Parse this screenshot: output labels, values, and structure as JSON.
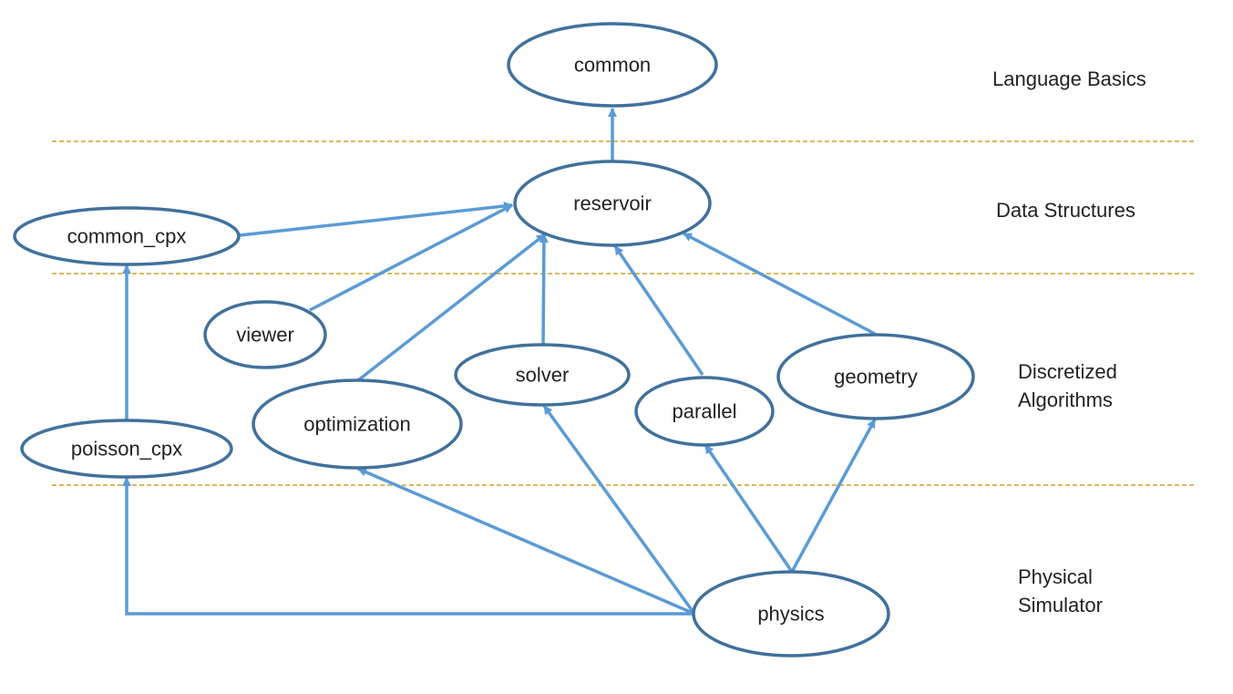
{
  "colors": {
    "node_stroke": "#41719c",
    "edge": "#5b9bd5",
    "divider": "#c9a227",
    "text": "#222222"
  },
  "layers": {
    "language_basics": "Language Basics",
    "data_structures": "Data Structures",
    "discretized_line1": "Discretized",
    "discretized_line2": "Algorithms",
    "physical_line1": "Physical",
    "physical_line2": "Simulator"
  },
  "nodes": {
    "common": "common",
    "reservoir": "reservoir",
    "common_cpx": "common_cpx",
    "viewer": "viewer",
    "solver": "solver",
    "optimization": "optimization",
    "parallel": "parallel",
    "geometry": "geometry",
    "poisson_cpx": "poisson_cpx",
    "physics": "physics"
  },
  "edges": [
    {
      "from": "reservoir",
      "to": "common"
    },
    {
      "from": "common_cpx",
      "to": "reservoir"
    },
    {
      "from": "viewer",
      "to": "reservoir"
    },
    {
      "from": "optimization",
      "to": "reservoir"
    },
    {
      "from": "solver",
      "to": "reservoir"
    },
    {
      "from": "parallel",
      "to": "reservoir"
    },
    {
      "from": "geometry",
      "to": "reservoir"
    },
    {
      "from": "poisson_cpx",
      "to": "common_cpx"
    },
    {
      "from": "physics",
      "to": "optimization"
    },
    {
      "from": "physics",
      "to": "solver"
    },
    {
      "from": "physics",
      "to": "parallel"
    },
    {
      "from": "physics",
      "to": "geometry"
    },
    {
      "from": "physics",
      "to": "poisson_cpx"
    }
  ]
}
